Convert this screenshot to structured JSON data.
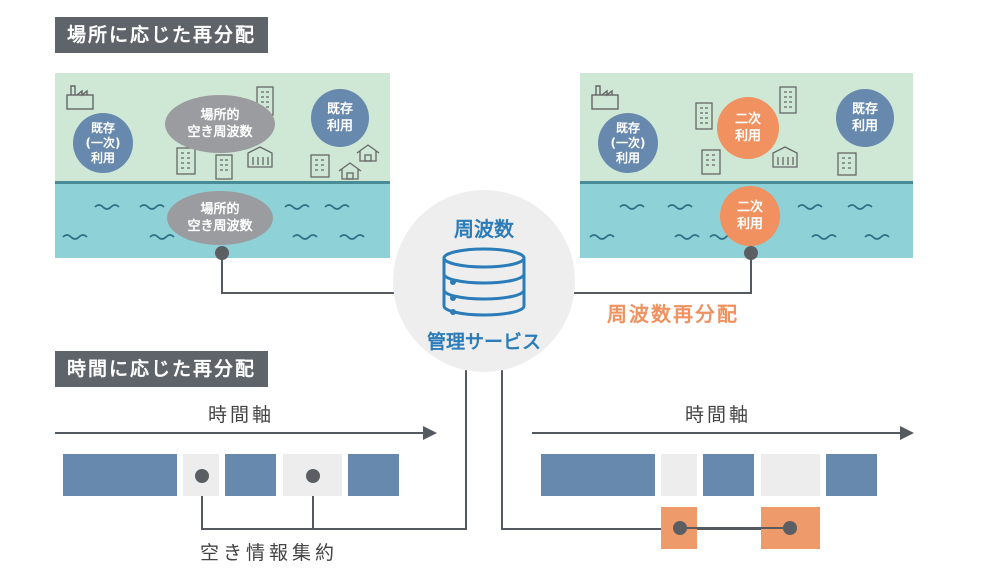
{
  "location_section": {
    "title": "場所に応じた再分配",
    "left_panel": {
      "existing_primary": "既存\n(一次)\n利用",
      "spatial_free_land": "場所的\n空き周波数",
      "existing_use": "既存\n利用",
      "spatial_free_sea": "場所的\n空き周波数"
    },
    "right_panel": {
      "existing_primary": "既存\n(一次)\n利用",
      "secondary_land": "二次\n利用",
      "existing_use": "既存\n利用",
      "secondary_sea": "二次\n利用"
    }
  },
  "hub": {
    "top_label": "周波数",
    "bottom_label": "管理サービス",
    "icon": "database-icon"
  },
  "redistribution_label": "周波数再分配",
  "time_section": {
    "title": "時間に応じた再分配",
    "left_axis_label": "時間軸",
    "right_axis_label": "時間軸",
    "aggregation_label": "空き情報集約"
  },
  "colors": {
    "blue": "#6789ad",
    "orange": "#f0915f",
    "gray": "#9b9c9f",
    "hub_blue": "#2b7cb8",
    "land": "#cfe8d6",
    "sea": "#8ed1d6"
  }
}
